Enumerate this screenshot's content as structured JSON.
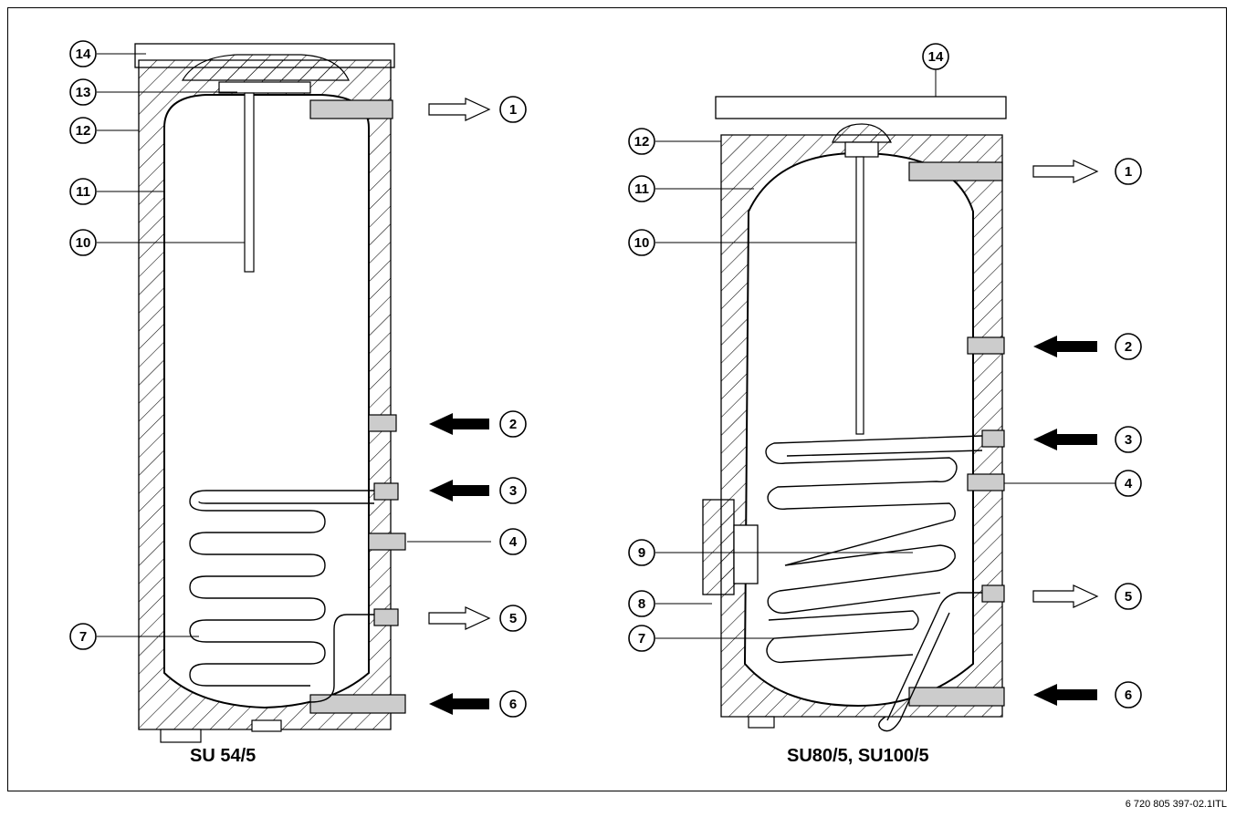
{
  "diagram": {
    "left_model": "SU 54/5",
    "right_model": "SU80/5, SU100/5",
    "document_ref": "6 720 805 397-02.1ITL",
    "left_labels": {
      "n1": "1",
      "n2": "2",
      "n3": "3",
      "n4": "4",
      "n5": "5",
      "n6": "6",
      "n7": "7",
      "n10": "10",
      "n11": "11",
      "n12": "12",
      "n13": "13",
      "n14": "14"
    },
    "right_labels": {
      "n1": "1",
      "n2": "2",
      "n3": "3",
      "n4": "4",
      "n5": "5",
      "n6": "6",
      "n7": "7",
      "n8": "8",
      "n9": "9",
      "n10": "10",
      "n11": "11",
      "n12": "12",
      "n14": "14"
    },
    "arrow_legend": {
      "outlet_arrow": "outline",
      "inlet_arrow": "filled"
    }
  }
}
